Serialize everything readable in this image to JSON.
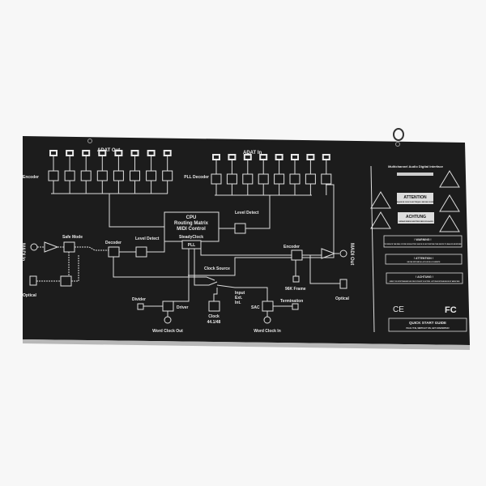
{
  "diagram": {
    "adat_out": "ADAT Out",
    "adat_in": "ADAT In",
    "encoder_left": "Encoder",
    "pll_decoder": "PLL Decoder",
    "cpu": [
      "CPU",
      "Routing Matrix",
      "MIDI Control"
    ],
    "steadyclock": "SteadyClock",
    "pll": "PLL",
    "level_detect": "Level Detect",
    "madi_in": "MADI In",
    "safe_mode": "Safe Mode",
    "decoder": "Decoder",
    "optical_in": "Optical",
    "clock_source": "Clock Source",
    "divider": "Divider",
    "driver": "Driver",
    "word_clock_out": "Word Clock Out",
    "clock": [
      "Clock",
      "44.1/48"
    ],
    "input": [
      "Input",
      "Ext.",
      "Int."
    ],
    "sac": "SAC",
    "termination": "Termination",
    "word_clock_in": "Word Clock In",
    "encoder_right": "Encoder",
    "frame_96k": "96K Frame",
    "madi_out": "MADI Out",
    "optical_out": "Optical"
  },
  "label_panel": {
    "product": "Multichannel Audio Digital Interface",
    "attention_fr": {
      "title": "ATTENTION",
      "text": "RISQUE DE CHOC ELECTRIQUE / NE PAS OUVRIR"
    },
    "achtung_de": {
      "title": "ACHTUNG",
      "text": "GEFAHR EINES ELEKTRISCHEN SCHLAGES"
    },
    "warning": {
      "title": "! WARNING !",
      "text": "TO REDUCE THE RISK OF FIRE OR ELECTRIC SHOCK DO NOT EXPOSE THIS DEVICE TO RAIN OR MOISTURE"
    },
    "attention": {
      "title": "! ATTENTION !",
      "text": "NE PAS EXPOSER A LA PLUIE NI A L'HUMIDITE"
    },
    "achtung": {
      "title": "! ACHTUNG !",
      "text": "GERAT VOR SPRITZWASSER UND FEUCHTIGKEIT SCHUTZEN. LUFTUNGSOFFNUNGEN NICHT ABDECKEN"
    },
    "ce": "CE",
    "fc": "FC",
    "quick_start": {
      "title": "QUICK START GUIDE",
      "text": "PLUG IT IN, SWITCH IT ON, GET CONVERTED!"
    }
  },
  "colors": {
    "panel": "#1c1c1c",
    "print": "#e8e8e8"
  }
}
